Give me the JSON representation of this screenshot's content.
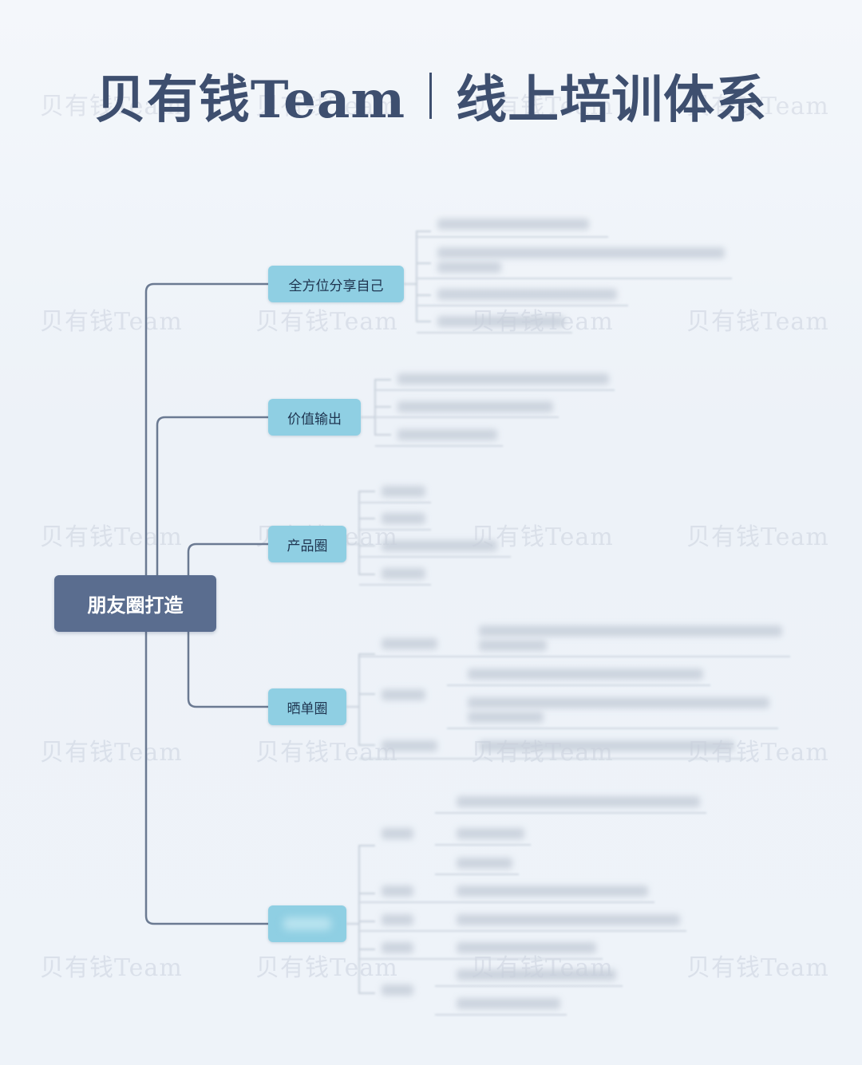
{
  "header": {
    "title_left": "贝有钱Team",
    "title_right": "线上培训体系"
  },
  "watermark": {
    "text": "贝有钱Team"
  },
  "mindmap": {
    "root": "朋友圈打造",
    "branches": [
      {
        "label": "全方位分享自己"
      },
      {
        "label": "价值输出"
      },
      {
        "label": "产品圈"
      },
      {
        "label": "晒单圈"
      },
      {
        "label": ""
      }
    ]
  },
  "colors": {
    "root": "#5a6d8f",
    "branch": "#8fcfe3",
    "title": "#3e4f6f",
    "connector": "#6b7a92"
  }
}
